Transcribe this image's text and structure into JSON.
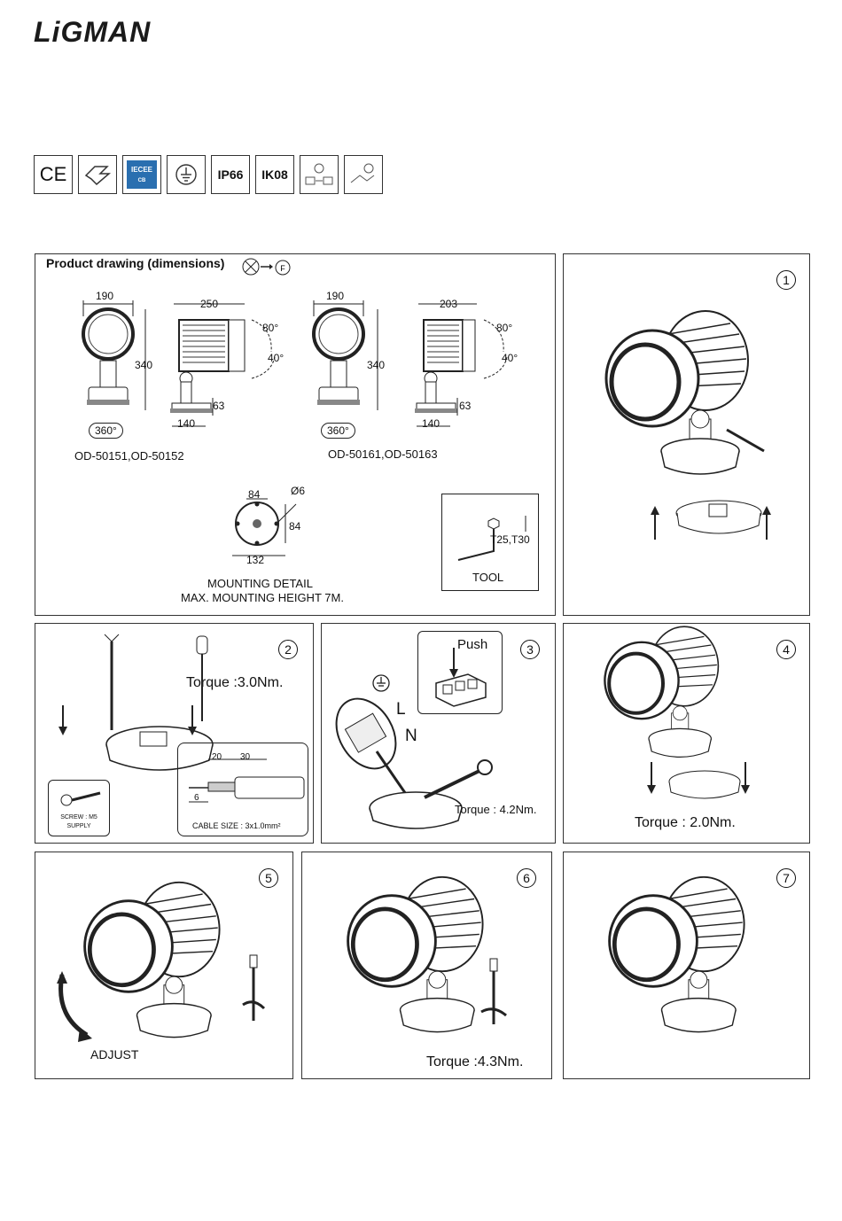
{
  "brand": "LiGMAN",
  "badges": [
    "CE",
    "IP66",
    "IK08"
  ],
  "drawing": {
    "title": "Product drawing (dimensions)",
    "left": {
      "w": "190",
      "d": "250",
      "h": "340",
      "base": "140",
      "foot": "63",
      "rot": "360°",
      "a1": "80°",
      "a2": "40°",
      "model": "OD-50151,OD-50152"
    },
    "right": {
      "w": "190",
      "d": "203",
      "h": "340",
      "base": "140",
      "foot": "63",
      "rot": "360°",
      "a1": "80°",
      "a2": "40°",
      "model": "OD-50161,OD-50163"
    },
    "mount": {
      "a": "84",
      "b": "Ø6",
      "c": "84",
      "d": "132",
      "line1": "MOUNTING DETAIL",
      "line2": "MAX. MOUNTING HEIGHT 7M."
    },
    "tool": {
      "size": "T25,T30",
      "label": "TOOL"
    }
  },
  "steps": {
    "s1": "1",
    "s2": "2",
    "s3": "3",
    "s4": "4",
    "s5": "5",
    "s6": "6",
    "s7": "7"
  },
  "step2": {
    "torque": "Torque :3.0Nm.",
    "strip_a": "20",
    "strip_b": "30",
    "strip_c": "6",
    "cable": "CABLE SIZE : 3x1.0mm²",
    "screw1": "SCREW : M5",
    "screw2": "SUPPLY"
  },
  "step3": {
    "push": "Push",
    "l": "L",
    "n": "N",
    "torque": "Torque : 4.2Nm."
  },
  "step4": {
    "torque": "Torque : 2.0Nm."
  },
  "step5": {
    "adjust": "ADJUST"
  },
  "step6": {
    "torque": "Torque :4.3Nm."
  }
}
